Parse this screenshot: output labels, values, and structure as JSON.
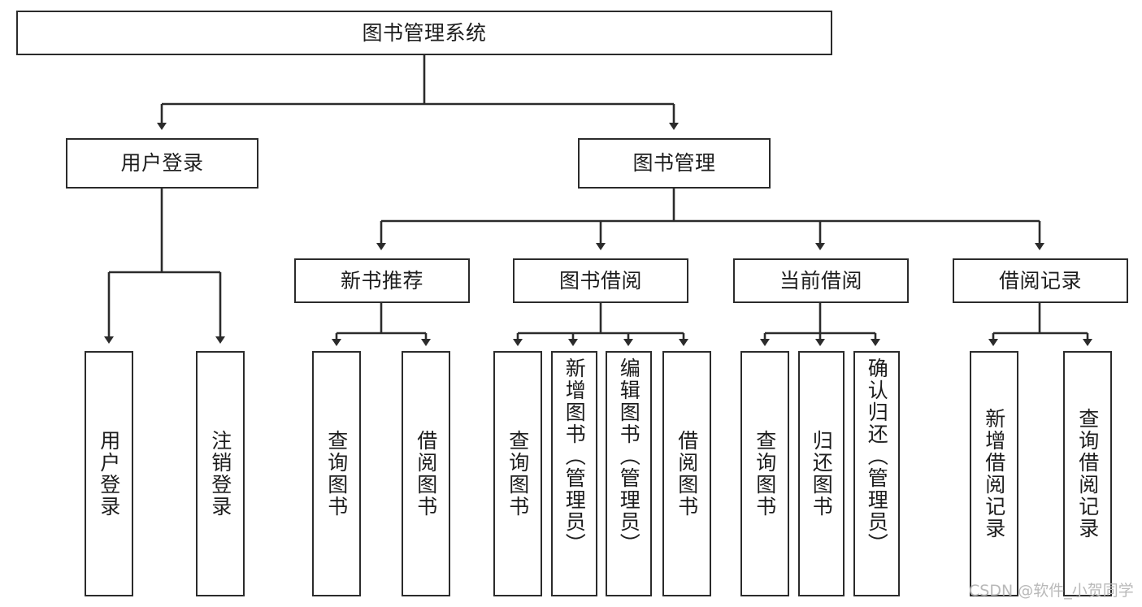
{
  "diagram": {
    "title": "图书管理系统",
    "type": "hierarchy-tree",
    "line_color": "#2b2b2b",
    "box_fill": "#ffffff",
    "text_color": "#1d1d1d",
    "root": {
      "label": "图书管理系统",
      "children": [
        {
          "label": "用户登录",
          "children": [
            {
              "label": "用户登录"
            },
            {
              "label": "注销登录"
            }
          ]
        },
        {
          "label": "图书管理",
          "children": [
            {
              "label": "新书推荐",
              "children": [
                {
                  "label": "查询图书"
                },
                {
                  "label": "借阅图书"
                }
              ]
            },
            {
              "label": "图书借阅",
              "children": [
                {
                  "label": "查询图书"
                },
                {
                  "label": "新增图书（管理员）"
                },
                {
                  "label": "编辑图书（管理员）"
                },
                {
                  "label": "借阅图书"
                }
              ]
            },
            {
              "label": "当前借阅",
              "children": [
                {
                  "label": "查询图书"
                },
                {
                  "label": "归还图书"
                },
                {
                  "label": "确认归还（管理员）"
                }
              ]
            },
            {
              "label": "借阅记录",
              "children": [
                {
                  "label": "新增借阅记录"
                },
                {
                  "label": "查询借阅记录"
                }
              ]
            }
          ]
        }
      ]
    }
  },
  "watermark": {
    "text": "CSDN @软件_小贺同学",
    "color": "#b9b9b9"
  }
}
